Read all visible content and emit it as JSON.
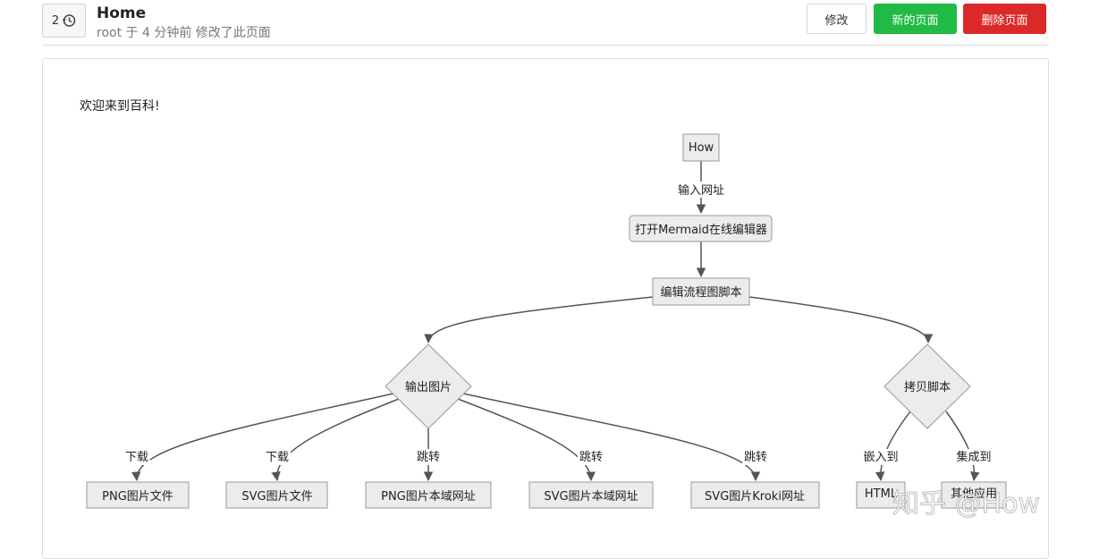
{
  "header": {
    "history_count": "2",
    "title": "Home",
    "subtitle": "root 于 4 分钟前 修改了此页面",
    "edit_label": "修改",
    "new_page_label": "新的页面",
    "delete_page_label": "删除页面"
  },
  "content": {
    "welcome": "欢迎来到百科!"
  },
  "diagram": {
    "nodes": {
      "how": "How",
      "open_editor": "打开Mermaid在线编辑器",
      "edit_script": "编辑流程图脚本",
      "export_image": "输出图片",
      "copy_script": "拷贝脚本",
      "png_file": "PNG图片文件",
      "svg_file": "SVG图片文件",
      "png_url": "PNG图片本域网址",
      "svg_url": "SVG图片本域网址",
      "svg_kroki": "SVG图片Kroki网址",
      "html": "HTML",
      "other_apps": "其他应用"
    },
    "edges": {
      "enter_url": "输入网址",
      "download_1": "下载",
      "download_2": "下载",
      "jump_1": "跳转",
      "jump_2": "跳转",
      "jump_3": "跳转",
      "embed": "嵌入到",
      "integrate": "集成到"
    }
  },
  "watermark": "知乎 @How"
}
